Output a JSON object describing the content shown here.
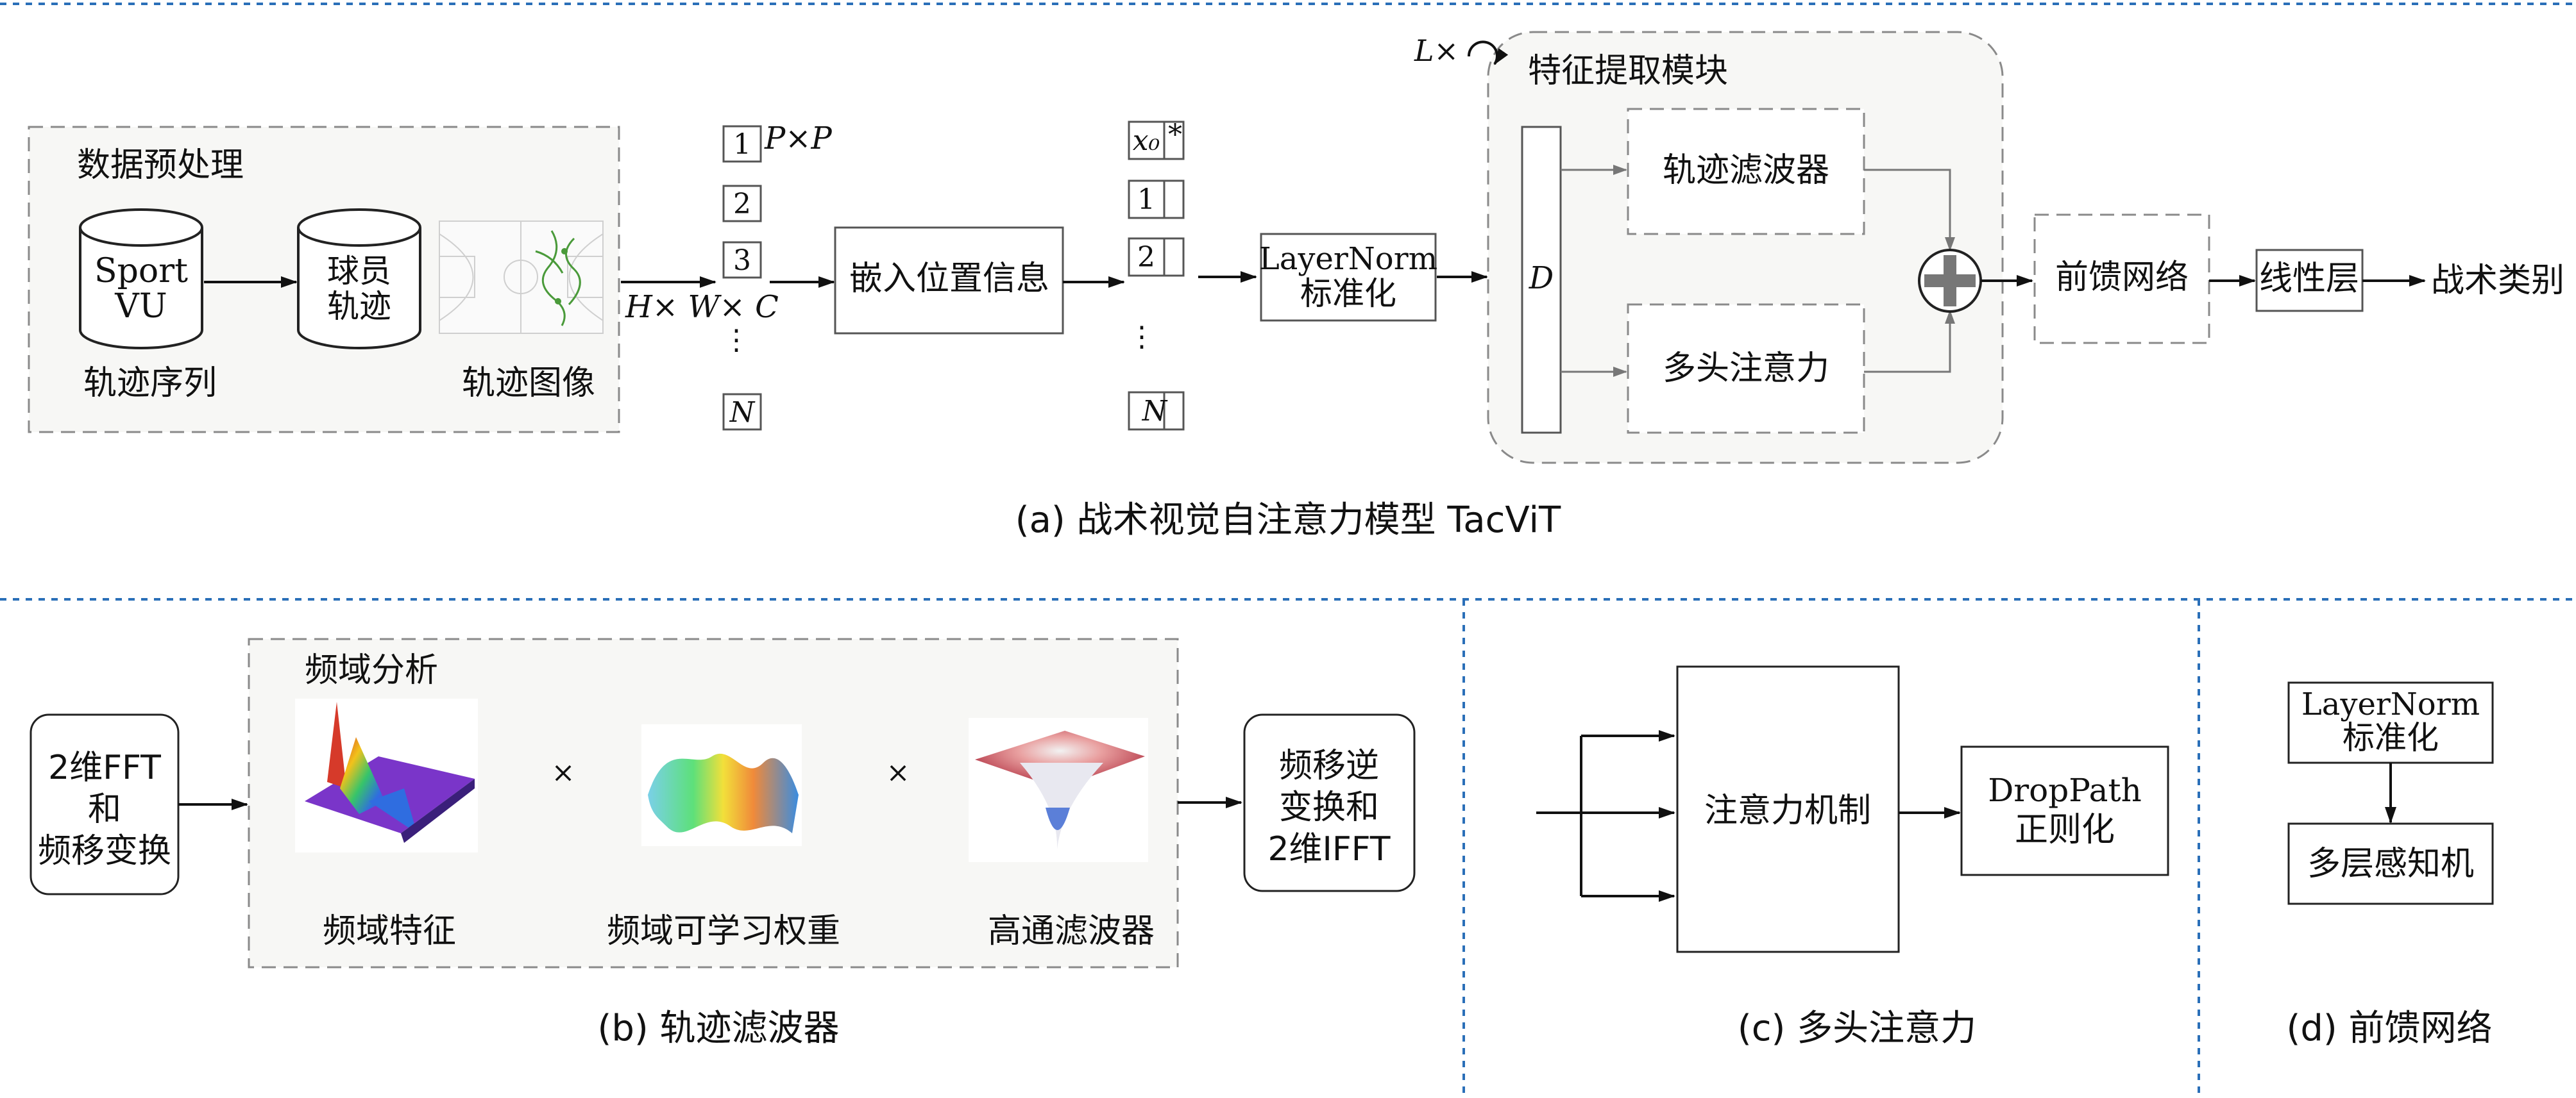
{
  "panel_a": {
    "caption": "(a) 战术视觉自注意力模型 TacViT",
    "preprocess": {
      "title": "数据预处理",
      "db1": "Sport VU",
      "db1_line1": "Sport",
      "db1_line2": "VU",
      "db2_line1": "球员",
      "db2_line2": "轨迹",
      "label_seq": "轨迹序列",
      "label_img": "轨迹图像"
    },
    "patch_size": "P×P",
    "hwc": "H× W× C",
    "patches": [
      "1",
      "2",
      "3",
      "⋮",
      "N"
    ],
    "embed": "嵌入位置信息",
    "tokens": [
      "x₀",
      "1",
      "2",
      "⋮",
      "N"
    ],
    "cls_mark": "*",
    "layernorm_en": "LayerNorm",
    "layernorm_cn": "标准化",
    "repeat": "L×",
    "feature_module": "特征提取模块",
    "dim": "D",
    "traj_filter": "轨迹滤波器",
    "mha": "多头注意力",
    "ffn": "前馈网络",
    "linear": "线性层",
    "output": "战术类别"
  },
  "panel_b": {
    "caption": "(b) 轨迹滤波器",
    "left_box": [
      "2维FFT",
      "和",
      "频移变换"
    ],
    "freq_title": "频域分析",
    "labels": [
      "频域特征",
      "频域可学习权重",
      "高通滤波器"
    ],
    "times": "×",
    "right_box": [
      "频移逆",
      "变换和",
      "2维IFFT"
    ]
  },
  "panel_c": {
    "caption": "(c) 多头注意力",
    "attention": "注意力机制",
    "droppath_en": "DropPath",
    "droppath_cn": "正则化"
  },
  "panel_d": {
    "caption": "(d) 前馈网络",
    "layernorm_en": "LayerNorm",
    "layernorm_cn": "标准化",
    "mlp": "多层感知机"
  },
  "colors": {
    "separator": "#2a6fb8",
    "module_fill": "#f7f7f5",
    "border": "#555555"
  },
  "icons": [
    "database-icon",
    "basketball-court-icon",
    "plus-circle-icon",
    "loop-arrow-icon"
  ]
}
